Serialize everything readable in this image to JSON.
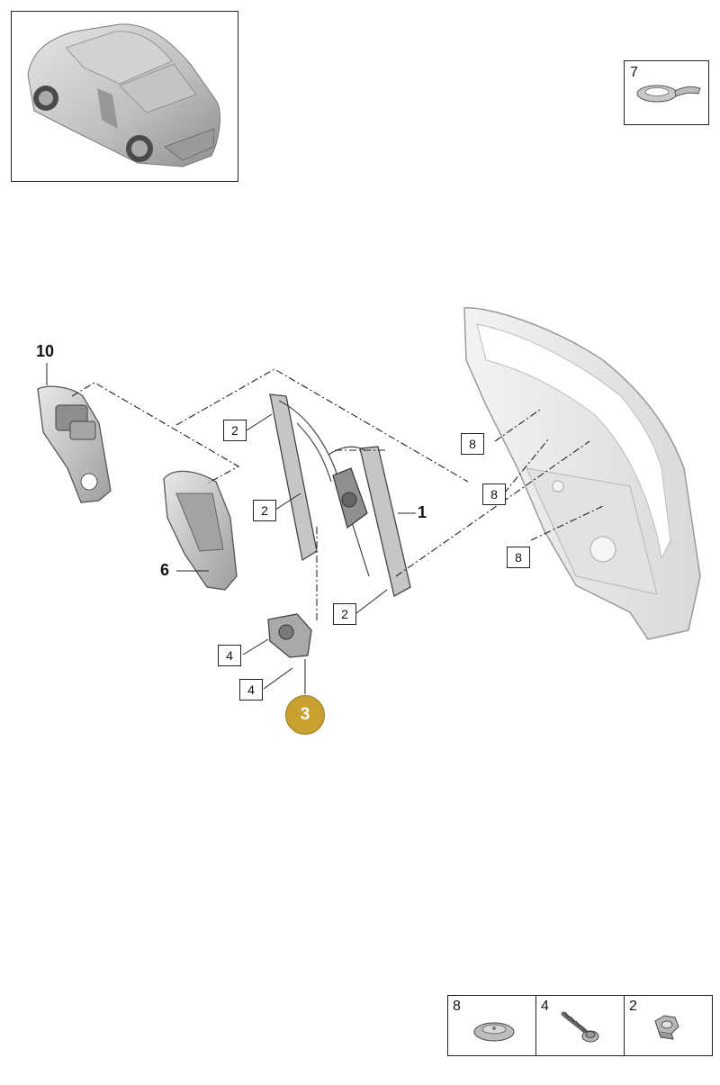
{
  "part_7_label": "7",
  "callouts": {
    "label_10": "10",
    "label_6": "6",
    "label_1": "1",
    "label_3": "3",
    "box_2a": "2",
    "box_2b": "2",
    "box_2c": "2",
    "box_8a": "8",
    "box_8b": "8",
    "box_8c": "8",
    "box_4a": "4",
    "box_4b": "4"
  },
  "legend": {
    "cells": [
      {
        "label": "8"
      },
      {
        "label": "4"
      },
      {
        "label": "2"
      }
    ]
  },
  "colors": {
    "highlight_callout": "#c8a02f",
    "line": "#222222",
    "part_gray": "#bdbdbd"
  }
}
